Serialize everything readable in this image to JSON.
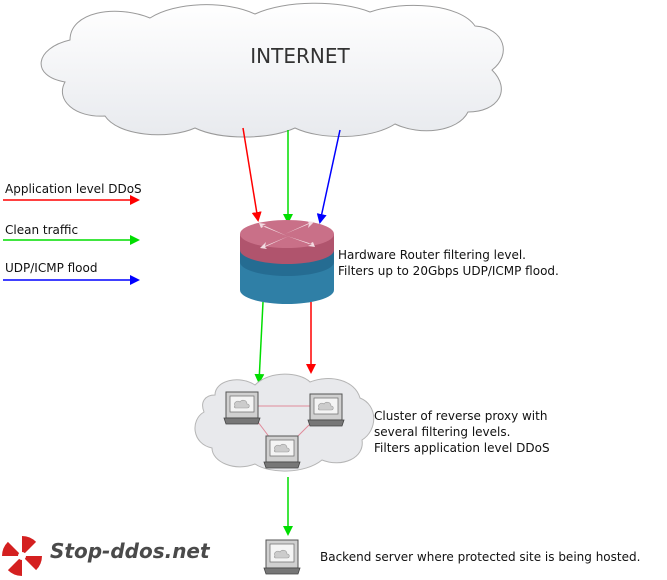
{
  "internet": {
    "label": "INTERNET"
  },
  "legend": [
    {
      "label": "Application level DDoS",
      "color": "#ff0000"
    },
    {
      "label": "Clean traffic",
      "color": "#00dd00"
    },
    {
      "label": "UDP/ICMP flood",
      "color": "#0000ff"
    }
  ],
  "router": {
    "line1": "Hardware Router filtering level.",
    "line2": "Filters up to 20Gbps UDP/ICMP flood."
  },
  "cluster": {
    "line1": "Cluster of reverse proxy with",
    "line2": "several filtering levels.",
    "line3": "Filters application level DDoS"
  },
  "backend": {
    "label": "Backend server where protected site is being hosted."
  },
  "logo": {
    "text": "Stop-ddos.net"
  },
  "colors": {
    "red": "#ff0000",
    "green": "#00dd00",
    "blue": "#0000ff",
    "router_top": "#c97088",
    "router_body": "#2f7fa6"
  }
}
